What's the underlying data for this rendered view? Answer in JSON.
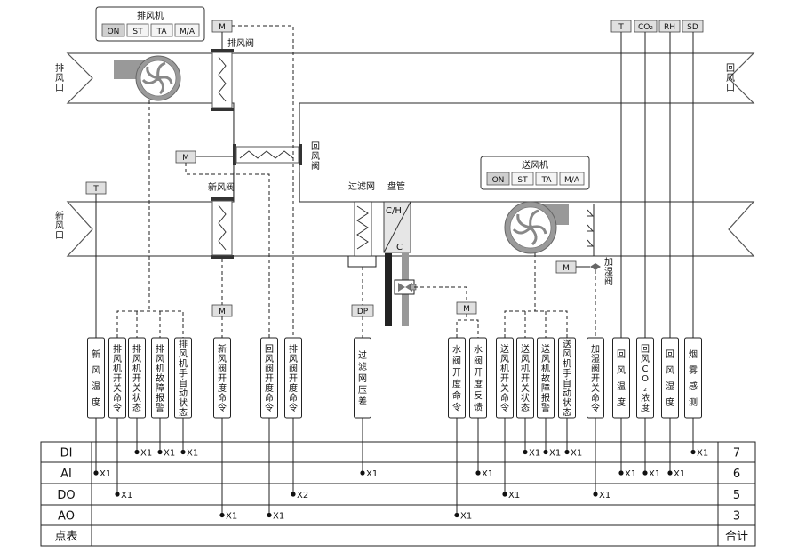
{
  "exhaust_fan": {
    "title": "排风机",
    "buttons": [
      "ON",
      "ST",
      "TA",
      "M/A"
    ]
  },
  "supply_fan": {
    "title": "送风机",
    "buttons": [
      "ON",
      "ST",
      "TA",
      "M/A"
    ]
  },
  "duct_labels": {
    "exhaust_outlet": "排风口",
    "return_inlet": "回风口",
    "fresh_inlet": "新风口"
  },
  "equipment_labels": {
    "exhaust_damper": "排风阀",
    "return_damper": "回风阀",
    "fresh_damper": "新风阀",
    "filter": "过滤网",
    "coil": "盘管",
    "coil_mode": "C/H",
    "coil_c": "C",
    "humidifier_valve": "加湿阀"
  },
  "tags": {
    "m": "M",
    "t": "T",
    "co2": "CO₂",
    "rh": "RH",
    "sd": "SD",
    "dp": "DP"
  },
  "points": [
    "新风温度",
    "排风机开关命令",
    "排风机开关状态",
    "排风机故障报警",
    "排风机手自动状态",
    "新风阀开度命令",
    "回风阀开度命令",
    "排风阀开度命令",
    "过滤网压差",
    "水阀开度命令",
    "水阀开度反馈",
    "送风机开关命令",
    "送风机开关状态",
    "送风机故障报警",
    "送风机手自动状态",
    "加湿阀开关命令",
    "回风温度",
    "回风CO₂浓度",
    "回风湿度",
    "烟雾感测"
  ],
  "table": {
    "rows": [
      {
        "type": "DI",
        "total": "7"
      },
      {
        "type": "AI",
        "total": "6"
      },
      {
        "type": "DO",
        "total": "5"
      },
      {
        "type": "AO",
        "total": "3"
      },
      {
        "type": "点表",
        "total": "合计"
      }
    ],
    "marks": [
      {
        "row": 1,
        "point": 0,
        "label": "X1"
      },
      {
        "row": 2,
        "point": 1,
        "label": "X1"
      },
      {
        "row": 0,
        "point": 2,
        "label": "X1"
      },
      {
        "row": 0,
        "point": 3,
        "label": "X1"
      },
      {
        "row": 0,
        "point": 4,
        "label": "X1"
      },
      {
        "row": 3,
        "point": 5,
        "label": "X1"
      },
      {
        "row": 3,
        "point": 6,
        "label": "X1"
      },
      {
        "row": 2,
        "point": 7,
        "label": "X2"
      },
      {
        "row": 1,
        "point": 8,
        "label": "X1"
      },
      {
        "row": 3,
        "point": 9,
        "label": "X1"
      },
      {
        "row": 1,
        "point": 10,
        "label": "X1"
      },
      {
        "row": 2,
        "point": 11,
        "label": "X1"
      },
      {
        "row": 0,
        "point": 12,
        "label": "X1"
      },
      {
        "row": 0,
        "point": 13,
        "label": "X1"
      },
      {
        "row": 0,
        "point": 14,
        "label": "X1"
      },
      {
        "row": 2,
        "point": 15,
        "label": "X1"
      },
      {
        "row": 1,
        "point": 16,
        "label": "X1"
      },
      {
        "row": 1,
        "point": 17,
        "label": "X1"
      },
      {
        "row": 1,
        "point": 18,
        "label": "X1"
      },
      {
        "row": 0,
        "point": 19,
        "label": "X1"
      }
    ]
  }
}
